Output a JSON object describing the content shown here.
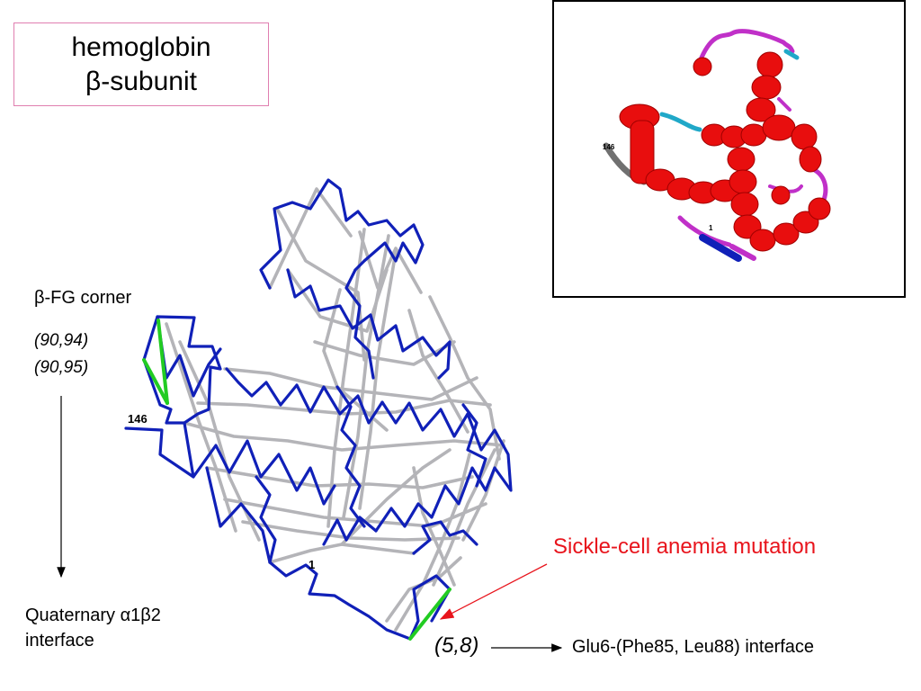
{
  "title": {
    "line1": "hemoglobin",
    "line2": "β-subunit"
  },
  "fg_corner": {
    "label": "β-FG corner",
    "pair1": "(90,94)",
    "pair2": "(90,95)"
  },
  "quaternary": {
    "line1": "Quaternary α1β2",
    "line2": "interface"
  },
  "sickle": {
    "label": "Sickle-cell anemia mutation"
  },
  "residue_pair": "(5,8)",
  "glu_interface": "Glu6-(Phe85, Leu88) interface",
  "backbone_labels": {
    "n_term": "1",
    "c_term": "146"
  },
  "inset_labels": {
    "n_term": "1",
    "c_term": "146"
  },
  "colors": {
    "backbone_blue": "#1020b8",
    "contact_gray": "#b4b4b8",
    "highlight_green": "#22cc22",
    "helix_red": "#e80e0e",
    "loop_magenta": "#c030c8",
    "loop_cyan": "#20a8c8",
    "sickle_red": "#e8141c",
    "title_border": "#e07fb0"
  }
}
